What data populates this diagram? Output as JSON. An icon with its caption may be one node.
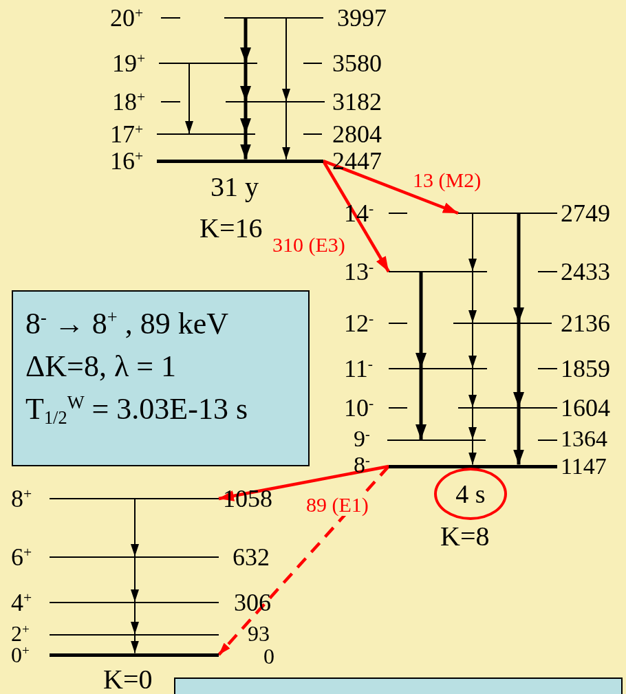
{
  "diagram": {
    "nodes": [
      {
        "text": [],
        "shape": "bar"
      },
      {
        "text": [],
        "shape": "bar"
      },
      {
        "text": [],
        "shape": "bar"
      },
      {
        "text": [],
        "shape": "bar"
      },
      {
        "text": [],
        "shape": "bar",
        "beside": [
          "31 y",
          "K=16"
        ]
      },
      {
        "text": [],
        "shape": "bar"
      },
      {
        "text": [],
        "shape": "bar"
      },
      {
        "text": [],
        "shape": "bar"
      },
      {
        "text": [],
        "shape": "bar"
      },
      {
        "text": [],
        "shape": "bar"
      },
      {
        "text": [],
        "shape": "bar"
      },
      {
        "text": [],
        "shape": "bar"
      },
      {
        "text": [
          "4 s"
        ]
      },
      {
        "text": [
          "8$^{-}$ → 8$^{+}$ , 89 keV",
          "ΔK=8, λ = 1",
          "T$_{1/2}$$^{W}$ = 3.03E-13 s"
        ]
      },
      {
        "text": [],
        "shape": "bar"
      },
      {
        "text": [],
        "shape": "bar"
      },
      {
        "text": [],
        "shape": "bar"
      },
      {
        "text": [],
        "shape": "bar"
      },
      {
        "text": [],
        "shape": "bar",
        "beside": [
          "K=0"
        ]
      },
      {
        "text": [],
        "shape": "box"
      }
    ],
    "edges": [
      {
        "from": 0,
        "to": 1,
        "arrow": "to",
        "style": "thick"
      },
      {
        "from": 1,
        "to": 2,
        "arrow": "to",
        "style": "thick"
      },
      {
        "from": 2,
        "to": 3,
        "arrow": "to",
        "style": "thick"
      },
      {
        "from": 3,
        "to": 4,
        "arrow": "to",
        "style": "thick"
      },
      {
        "from": 0,
        "to": 2,
        "arrow": "to"
      },
      {
        "from": 2,
        "to": 4,
        "arrow": "to"
      },
      {
        "from": 1,
        "to": 3,
        "arrow": "to"
      },
      {
        "from": 4,
        "to": 5,
        "arrow": "to",
        "label": "13 (M2)",
        "style": "thick",
        "color": "#ff0000"
      },
      {
        "from": 4,
        "to": 6,
        "arrow": "to",
        "label": "310 (E3)",
        "style": "thick",
        "color": "#ff0000"
      },
      {
        "from": 5,
        "to": 6,
        "arrow": "to"
      },
      {
        "from": 6,
        "to": 7,
        "arrow": "to"
      },
      {
        "from": 7,
        "to": 8,
        "arrow": "to"
      },
      {
        "from": 8,
        "to": 9,
        "arrow": "to"
      },
      {
        "from": 9,
        "to": 10,
        "arrow": "to"
      },
      {
        "from": 10,
        "to": 11,
        "arrow": "to"
      },
      {
        "from": 5,
        "to": 7,
        "arrow": "to",
        "style": "thick"
      },
      {
        "from": 7,
        "to": 9,
        "arrow": "to",
        "style": "thick"
      },
      {
        "from": 9,
        "to": 11,
        "arrow": "to",
        "style": "thick"
      },
      {
        "from": 6,
        "to": 8,
        "arrow": "to",
        "style": "thick"
      },
      {
        "from": 8,
        "to": 10,
        "arrow": "to",
        "style": "thick"
      },
      {
        "from": 11,
        "to": 14,
        "arrow": "to",
        "label": "89 (E1)",
        "style": "thick",
        "color": "#ff0000"
      },
      {
        "from": 11,
        "to": 18,
        "arrow": "to",
        "style": "dashed",
        "color": "#ff0000"
      },
      {
        "from": 14,
        "to": 15,
        "arrow": "to"
      },
      {
        "from": 15,
        "to": 16,
        "arrow": "to"
      },
      {
        "from": 16,
        "to": 17,
        "arrow": "to"
      },
      {
        "from": 17,
        "to": 18,
        "arrow": "to"
      }
    ],
    "labels": [
      "20$^{+}$",
      "3997",
      "19$^{+}$",
      "3580",
      "18$^{+}$",
      "3182",
      "17$^{+}$",
      "2804",
      "16$^{+}$",
      "2447",
      "14$^{-}$",
      "2749",
      "13$^{-}$",
      "2433",
      "12$^{-}$",
      "2136",
      "11$^{-}$",
      "1859",
      "10$^{-}$",
      "1604",
      "9$^{-}$",
      "1364",
      "8$^{-}$",
      "1147",
      "K=8",
      "8$^{+}$",
      "1058",
      "6$^{+}$",
      "632",
      "4$^{+}$",
      "306",
      "2$^{+}$",
      "93",
      "0$^{+}$",
      "0"
    ]
  }
}
